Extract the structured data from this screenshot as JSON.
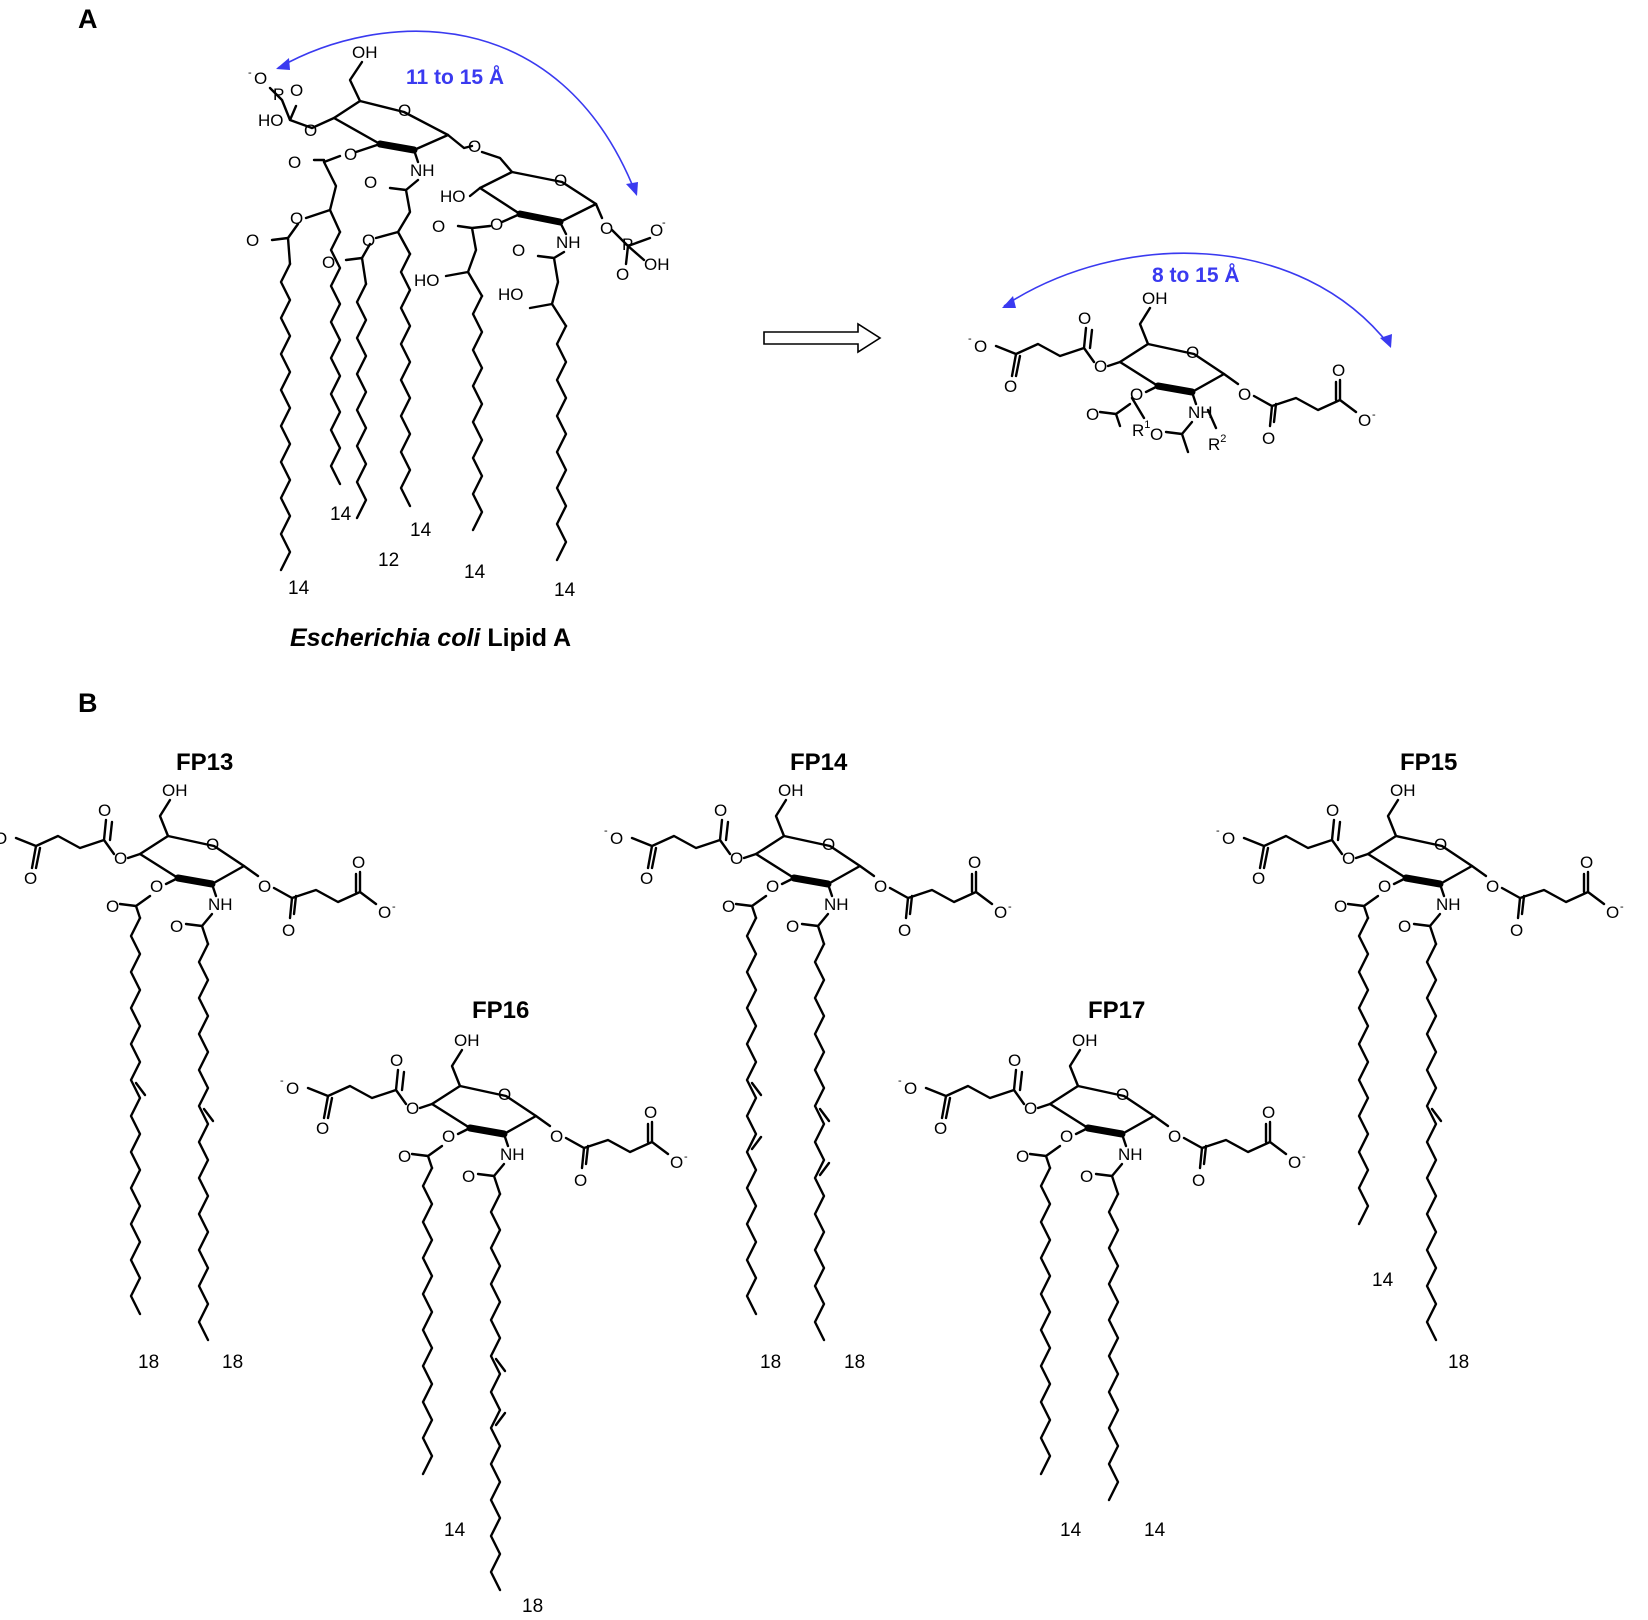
{
  "colors": {
    "ink": "#000000",
    "annotation": "#3a3af0",
    "background": "#ffffff"
  },
  "panels": {
    "a": "A",
    "b": "B"
  },
  "panel_a": {
    "caption_italic": "Escherichia coli",
    "caption_rest": " Lipid A",
    "lipid_a_distance": "11 to 15 Å",
    "analog_distance": "8 to 15 Å",
    "lipid_a_chain_lengths": [
      "14",
      "14",
      "12",
      "14",
      "14",
      "14"
    ],
    "analog_substituents": [
      "R",
      "1",
      "R",
      "2"
    ]
  },
  "atoms": {
    "hydroxyl": "OH",
    "hydroxyl_left": "HO",
    "amide": "NH",
    "oxygen": "O",
    "phosphorus": "P",
    "charge": "-"
  },
  "compounds": [
    {
      "name": "FP13",
      "chain_lengths": [
        "18",
        "18"
      ]
    },
    {
      "name": "FP14",
      "chain_lengths": [
        "18",
        "18"
      ]
    },
    {
      "name": "FP15",
      "chain_lengths": [
        "14",
        "18"
      ]
    },
    {
      "name": "FP16",
      "chain_lengths": [
        "14",
        "18"
      ]
    },
    {
      "name": "FP17",
      "chain_lengths": [
        "14",
        "14"
      ]
    }
  ]
}
